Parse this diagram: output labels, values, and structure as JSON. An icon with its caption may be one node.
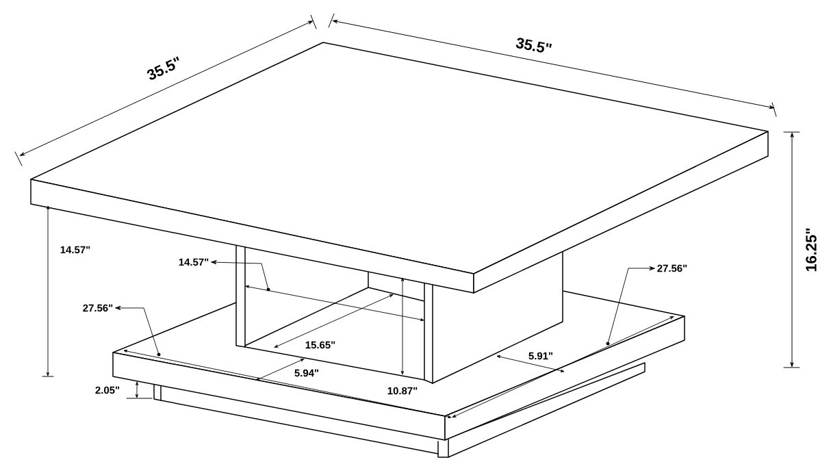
{
  "diagram": {
    "nodes": [
      {
        "text": [
          "14.57\""
        ]
      },
      {
        "text": [
          "27.56\""
        ]
      },
      {
        "text": [
          "27.56\""
        ]
      },
      {
        "text": [],
        "shape": "circle"
      },
      {
        "text": [],
        "shape": "circle"
      },
      {
        "text": [],
        "shape": "circle"
      }
    ],
    "edges": [
      {
        "from": 4,
        "to": 0,
        "arrow": "to"
      },
      {
        "from": 5,
        "to": 1,
        "arrow": "to"
      },
      {
        "from": 3,
        "to": 2,
        "arrow": "to"
      }
    ],
    "labels": [
      "35.5\"",
      "35.5\"",
      "16.25\"",
      "14.57\"",
      "15.65\"",
      "5.91\"",
      "5.94\"",
      "2.05\"",
      "10.87\""
    ]
  }
}
